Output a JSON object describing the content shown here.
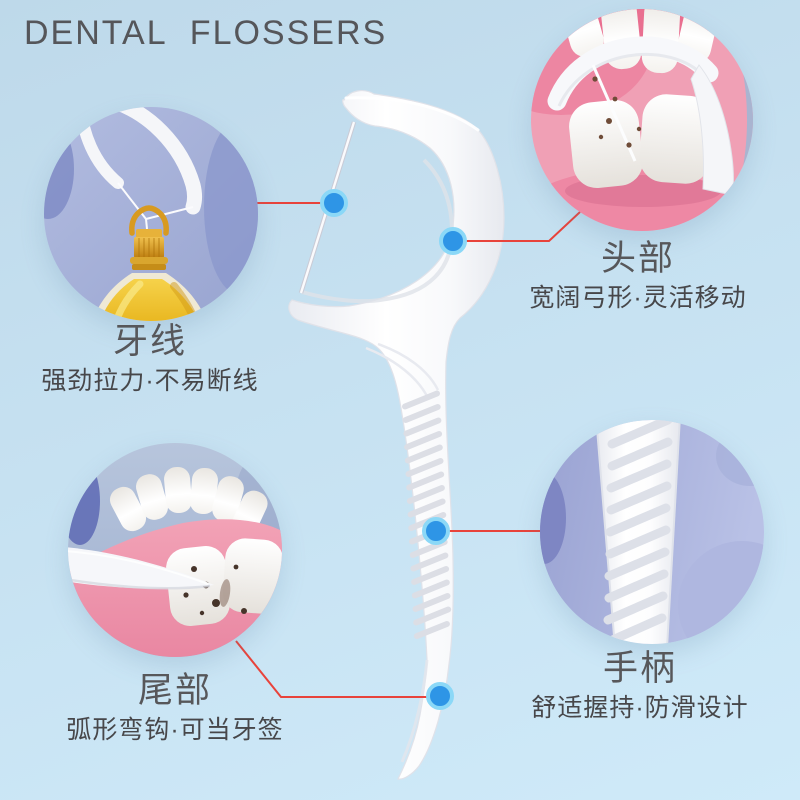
{
  "title": "DENTAL FLOSSERS",
  "callouts": {
    "floss": {
      "label": "牙线",
      "desc": "强劲拉力·不易断线"
    },
    "head": {
      "label": "头部",
      "desc": "宽阔弓形·灵活移动"
    },
    "tail": {
      "label": "尾部",
      "desc": "弧形弯钩·可当牙签"
    },
    "handle": {
      "label": "手柄",
      "desc": "舒适握持·防滑设计"
    }
  },
  "colors": {
    "background_top": "#bed9ea",
    "background_bottom": "#cfeaf9",
    "connector_red": "#e8433b",
    "marker_blue": "#2e95e6",
    "marker_ring": "#8bd8f7",
    "title_gray": "#55565a",
    "label_gray": "#57575a",
    "desc_gray": "#47474a"
  }
}
